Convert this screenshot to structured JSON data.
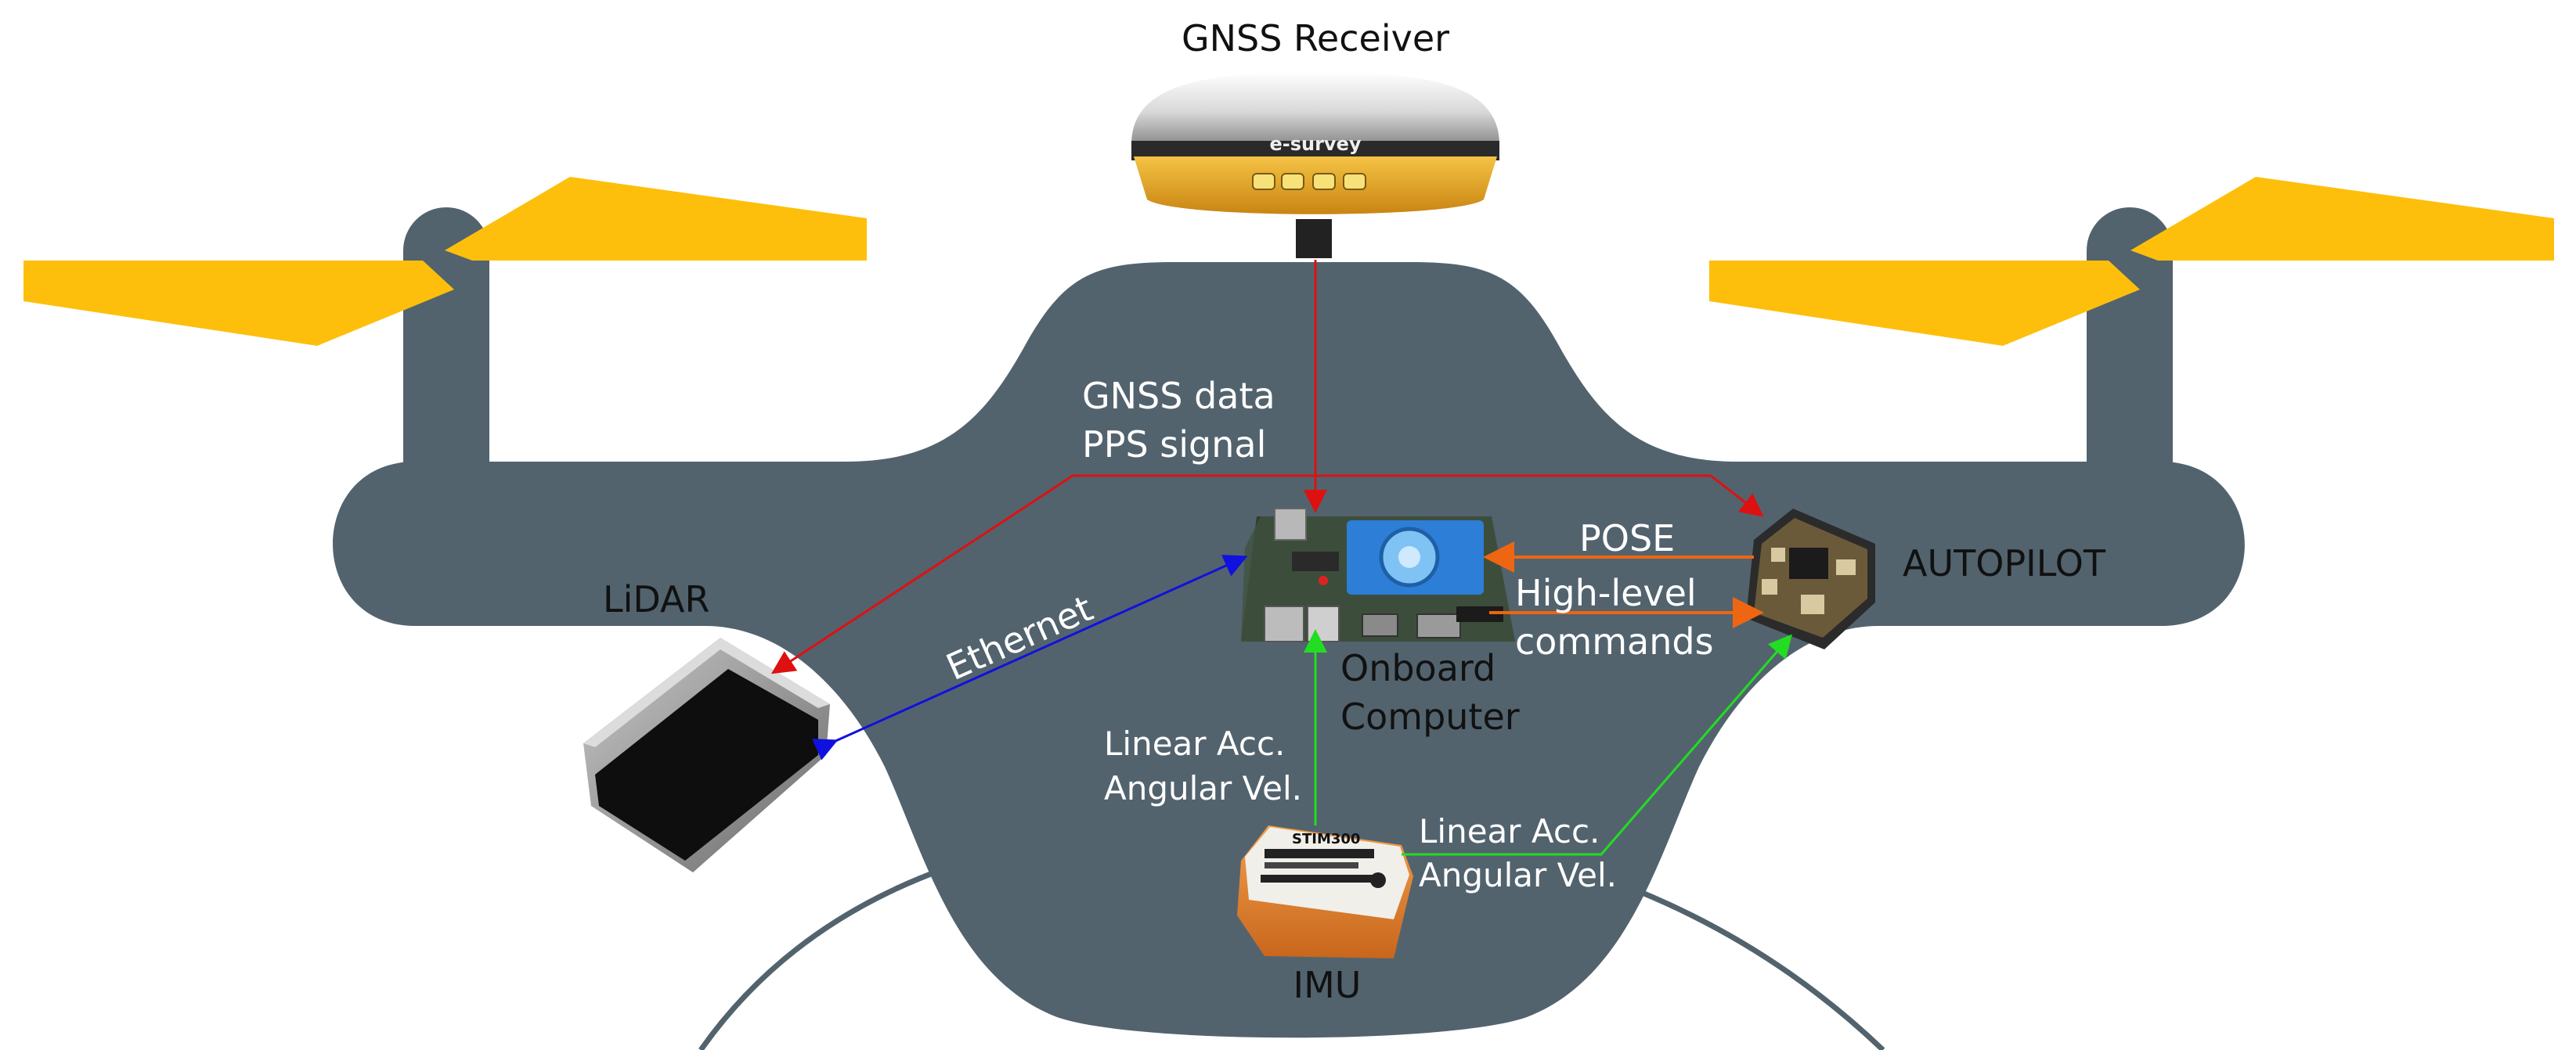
{
  "components": {
    "gnss_receiver": {
      "label": "GNSS Receiver",
      "brand": "e-survey"
    },
    "lidar": {
      "label": "LiDAR"
    },
    "onboard_computer": {
      "label_line1": "Onboard",
      "label_line2": "Computer"
    },
    "autopilot": {
      "label": "AUTOPILOT"
    },
    "imu": {
      "label": "IMU",
      "model": "STIM300"
    }
  },
  "connections": {
    "gnss_data": {
      "line1": "GNSS data",
      "line2": "PPS signal",
      "color": "#dd1111"
    },
    "ethernet": {
      "label": "Ethernet",
      "color": "#1111dd"
    },
    "pose": {
      "label": "POSE",
      "color": "#ee6611"
    },
    "commands": {
      "line1": "High-level",
      "line2": "commands",
      "color": "#ee6611"
    },
    "imu_to_computer": {
      "line1": "Linear Acc.",
      "line2": "Angular Vel.",
      "color": "#22dd22"
    },
    "imu_to_autopilot": {
      "line1": "Linear Acc.",
      "line2": "Angular Vel.",
      "color": "#22dd22"
    }
  },
  "colors": {
    "drone_body": "#52636e",
    "propeller": "#fdbf0b",
    "receiver_gold": "#e9a51d",
    "imu_orange": "#e8862e",
    "board_blue": "#2d7ed6"
  }
}
